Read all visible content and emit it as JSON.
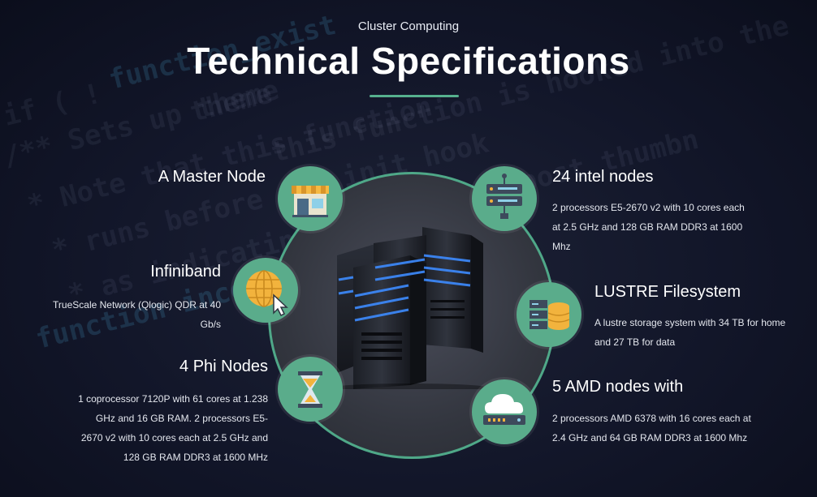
{
  "header": {
    "subtitle": "Cluster Computing",
    "title": "Technical Specifications"
  },
  "colors": {
    "accent": "#56b08e",
    "icon_bg": "#5aac8b",
    "background": "#121629"
  },
  "nodes": {
    "master": {
      "title": "A Master Node",
      "icon": "store-icon"
    },
    "infiniband": {
      "title": "Infiniband",
      "description": "TrueScale Network (Qlogic) QDR at 40 Gb/s",
      "icon": "globe-cursor-icon"
    },
    "phi": {
      "title": "4 Phi Nodes",
      "description": "1 coprocessor 7120P with 61 cores at 1.238 GHz and 16 GB RAM. 2 processors E5-2670 v2 with 10 cores each at 2.5 GHz and 128 GB RAM DDR3 at 1600 MHz",
      "icon": "hourglass-icon"
    },
    "intel": {
      "title": "24 intel nodes",
      "description": "2 processors E5-2670 v2 with 10 cores each at 2.5 GHz and 128 GB RAM DDR3 at 1600 Mhz",
      "icon": "server-rack-icon"
    },
    "lustre": {
      "title": "LUSTRE Filesystem",
      "description": "A lustre storage system with 34 TB for home and 27 TB for data",
      "icon": "database-icon"
    },
    "amd": {
      "title": "5 AMD nodes with",
      "description": "2 processors AMD 6378 with 16 cores each at 2.4 GHz and 64 GB RAM DDR3 at 1600 Mhz",
      "icon": "cloud-server-icon"
    }
  }
}
